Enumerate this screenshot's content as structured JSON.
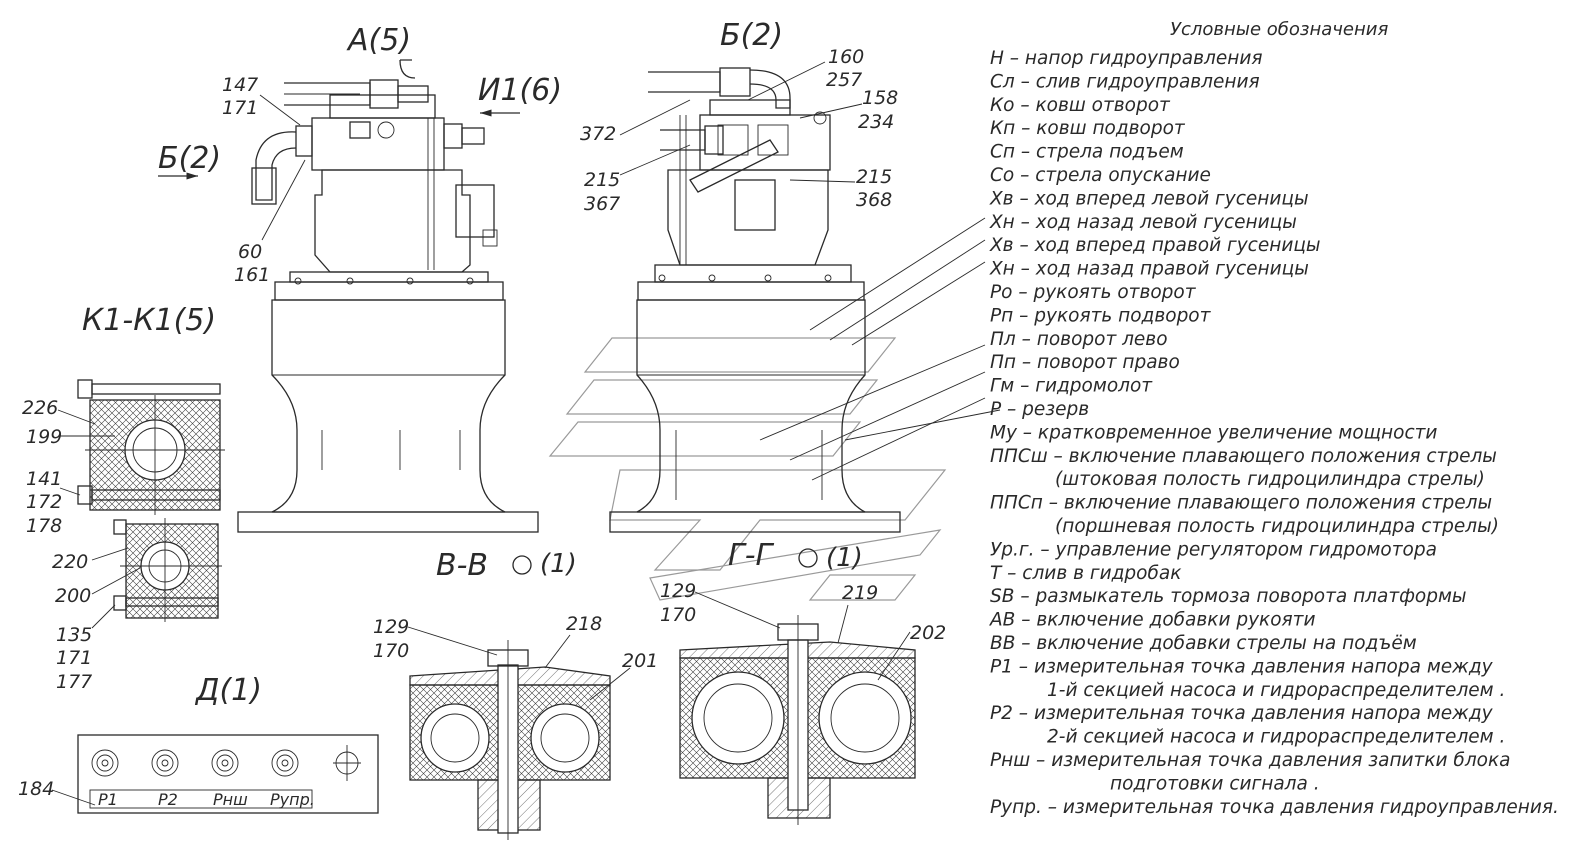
{
  "views": {
    "a": "А(5)",
    "b": "Б(2)",
    "i1": "И1(6)",
    "b_arrow": "Б(2)",
    "k1": "К1-К1(5)",
    "vv": "В-В",
    "vv_scale": "(1)",
    "gg": "Г-Г",
    "gg_scale": "(1)",
    "d": "Д(1)"
  },
  "callouts": [
    {
      "id": "c147",
      "text": "147"
    },
    {
      "id": "c171a",
      "text": "171"
    },
    {
      "id": "c60",
      "text": "60"
    },
    {
      "id": "c161",
      "text": "161"
    },
    {
      "id": "c160",
      "text": "160"
    },
    {
      "id": "c257",
      "text": "257"
    },
    {
      "id": "c158",
      "text": "158"
    },
    {
      "id": "c234",
      "text": "234"
    },
    {
      "id": "c372",
      "text": "372"
    },
    {
      "id": "c215a",
      "text": "215"
    },
    {
      "id": "c367",
      "text": "367"
    },
    {
      "id": "c215b",
      "text": "215"
    },
    {
      "id": "c368",
      "text": "368"
    },
    {
      "id": "c226",
      "text": "226"
    },
    {
      "id": "c199",
      "text": "199"
    },
    {
      "id": "c141",
      "text": "141"
    },
    {
      "id": "c172",
      "text": "172"
    },
    {
      "id": "c178",
      "text": "178"
    },
    {
      "id": "c220",
      "text": "220"
    },
    {
      "id": "c200",
      "text": "200"
    },
    {
      "id": "c135",
      "text": "135"
    },
    {
      "id": "c171b",
      "text": "171"
    },
    {
      "id": "c177",
      "text": "177"
    },
    {
      "id": "c129a",
      "text": "129"
    },
    {
      "id": "c170a",
      "text": "170"
    },
    {
      "id": "c218",
      "text": "218"
    },
    {
      "id": "c201",
      "text": "201"
    },
    {
      "id": "c129b",
      "text": "129"
    },
    {
      "id": "c170b",
      "text": "170"
    },
    {
      "id": "c219",
      "text": "219"
    },
    {
      "id": "c202",
      "text": "202"
    },
    {
      "id": "c184",
      "text": "184"
    }
  ],
  "plate_labels": [
    "P1",
    "P2",
    "Pнш",
    "Pупр."
  ],
  "legend": {
    "title": "Условные обозначения",
    "items": [
      "Н – напор гидроуправления",
      "Сл – слив гидроуправления",
      "Ко – ковш отворот",
      "Кп – ковш подворот",
      "Сп – стрела подъем",
      "Со – стрела опускание",
      "Хв – ход вперед левой гусеницы",
      "Хн – ход назад левой гусеницы",
      "Хв – ход вперед правой гусеницы",
      "Хн – ход назад правой гусеницы",
      "Ро – рукоять отворот",
      "Рп – рукоять подворот",
      "Пл – поворот лево",
      "Пп – поворот право",
      "Гм – гидромолот",
      "Р – резерв",
      "Му – кратковременное увеличение мощности",
      "ППСш – включение плавающего положения стрелы",
      "(штоковая полость гидроцилиндра стрелы)",
      "ППСп – включение плавающего положения стрелы",
      "(поршневая полость гидроцилиндра стрелы)",
      "Ур.г. – управление регулятором гидромотора",
      "Т – слив в гидробак",
      "SB – размыкатель тормоза поворота платформы",
      "АВ – включение добавки рукояти",
      "ВВ – включение добавки стрелы на подъём",
      "Р1 – измерительная точка давления напора между",
      "1-й секцией насоса и гидрораспределителем .",
      "Р2 – измерительная точка давления напора между",
      "2-й секцией насоса и гидрораспределителем .",
      "Рнш – измерительная точка давления запитки блока",
      "подготовки сигнала .",
      "Рупр. – измерительная точка давления гидроуправления."
    ]
  }
}
